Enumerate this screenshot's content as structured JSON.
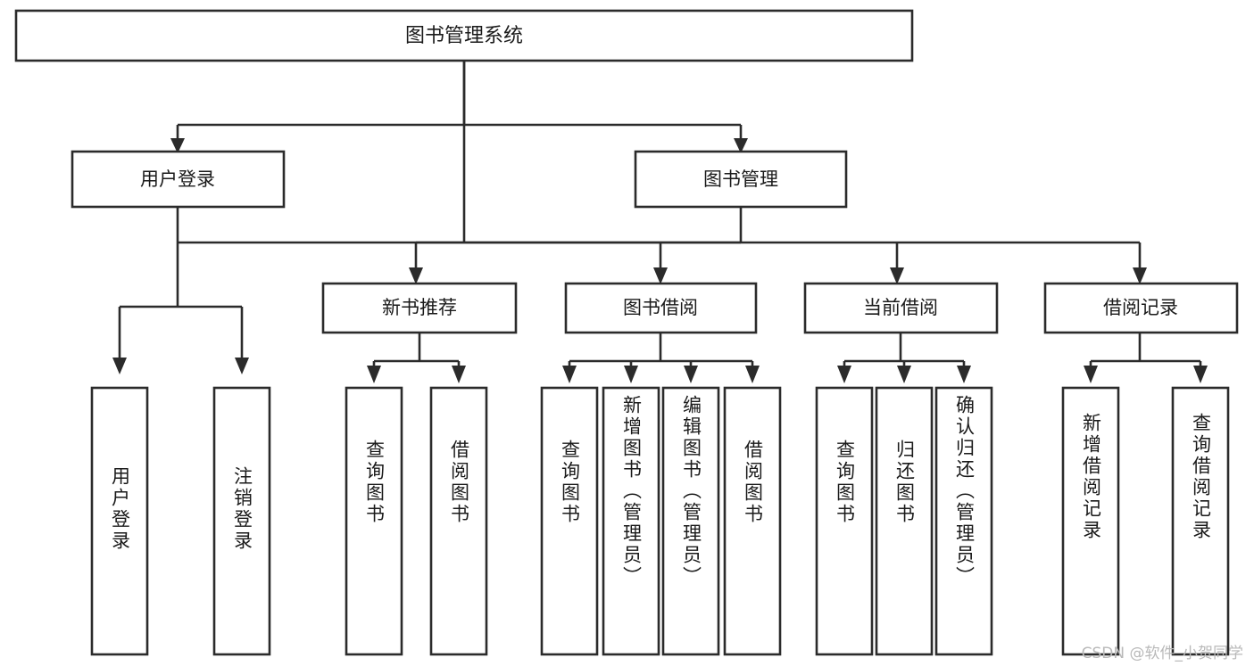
{
  "diagram": {
    "type": "tree-hierarchy",
    "title": "图书管理系统",
    "root": {
      "id": "root",
      "label": "图书管理系统"
    },
    "level2": [
      {
        "id": "user-login",
        "label": "用户登录"
      },
      {
        "id": "book-management",
        "label": "图书管理"
      }
    ],
    "level3": [
      {
        "id": "new-book-recommend",
        "label": "新书推荐",
        "parent": "book-management"
      },
      {
        "id": "book-borrow",
        "label": "图书借阅",
        "parent": "book-management"
      },
      {
        "id": "current-borrow",
        "label": "当前借阅",
        "parent": "book-management"
      },
      {
        "id": "borrow-record",
        "label": "借阅记录",
        "parent": "book-management"
      }
    ],
    "leaves": [
      {
        "id": "leaf-user-login",
        "label": "用户登录",
        "parent": "user-login"
      },
      {
        "id": "leaf-user-logout",
        "label": "注销登录",
        "parent": "user-login"
      },
      {
        "id": "leaf-query-book-1",
        "label": "查询图书",
        "parent": "new-book-recommend"
      },
      {
        "id": "leaf-borrow-book-1",
        "label": "借阅图书",
        "parent": "new-book-recommend"
      },
      {
        "id": "leaf-query-book-2",
        "label": "查询图书",
        "parent": "book-borrow"
      },
      {
        "id": "leaf-add-book",
        "label": "新增图书（管理员）",
        "parent": "book-borrow"
      },
      {
        "id": "leaf-edit-book",
        "label": "编辑图书（管理员）",
        "parent": "book-borrow"
      },
      {
        "id": "leaf-borrow-book-2",
        "label": "借阅图书",
        "parent": "book-borrow"
      },
      {
        "id": "leaf-query-book-3",
        "label": "查询图书",
        "parent": "current-borrow"
      },
      {
        "id": "leaf-return-book",
        "label": "归还图书",
        "parent": "current-borrow"
      },
      {
        "id": "leaf-confirm-return",
        "label": "确认归还（管理员）",
        "parent": "current-borrow"
      },
      {
        "id": "leaf-add-record",
        "label": "新增借阅记录",
        "parent": "borrow-record"
      },
      {
        "id": "leaf-query-record",
        "label": "查询借阅记录",
        "parent": "borrow-record"
      }
    ]
  },
  "watermark": {
    "text": "CSDN @软件_小贺同学"
  },
  "colors": {
    "box_stroke": "#2b2b2b",
    "box_fill": "#ffffff",
    "text": "#1a1a1a",
    "background": "#ffffff",
    "watermark": "#b9b9b9"
  }
}
